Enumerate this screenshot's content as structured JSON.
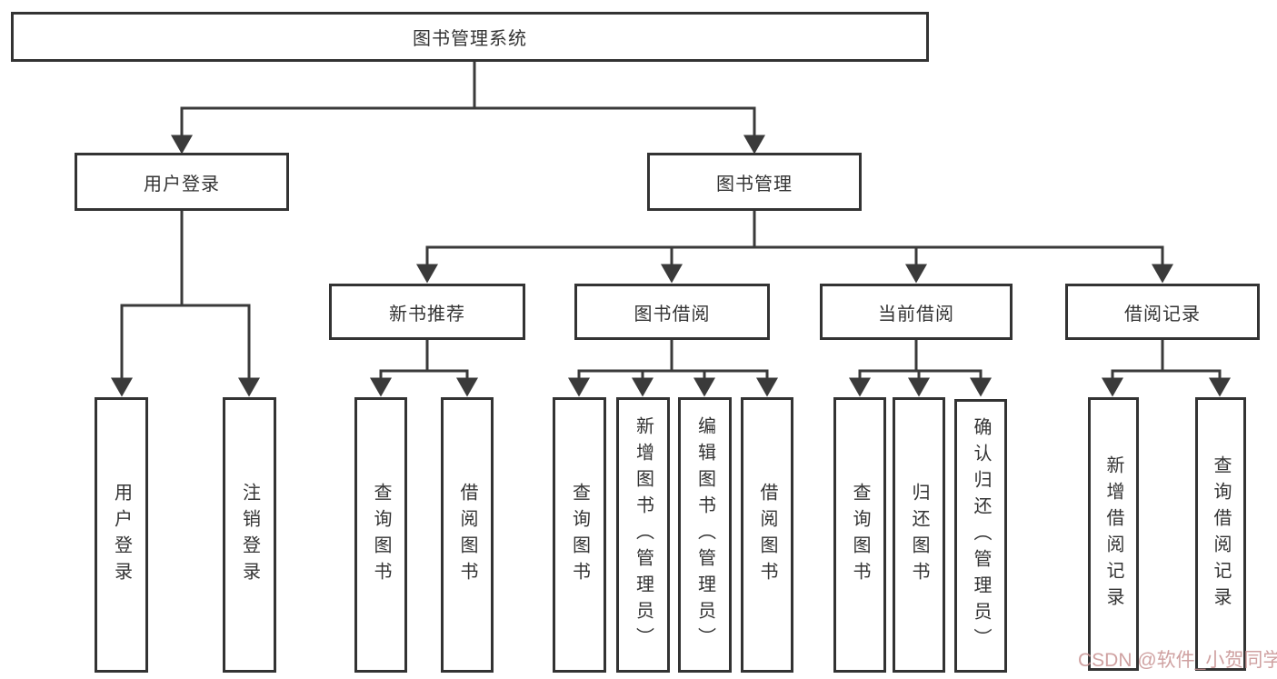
{
  "diagram": {
    "root": {
      "label": "图书管理系统"
    },
    "branches": [
      {
        "label": "用户登录",
        "children": [
          {
            "label": "用户登录"
          },
          {
            "label": "注销登录"
          }
        ]
      },
      {
        "label": "图书管理",
        "groups": [
          {
            "label": "新书推荐",
            "children": [
              {
                "label": "查询图书"
              },
              {
                "label": "借阅图书"
              }
            ]
          },
          {
            "label": "图书借阅",
            "children": [
              {
                "label": "查询图书"
              },
              {
                "label": "新增图书（管理员）"
              },
              {
                "label": "编辑图书（管理员）"
              },
              {
                "label": "借阅图书"
              }
            ]
          },
          {
            "label": "当前借阅",
            "children": [
              {
                "label": "查询图书"
              },
              {
                "label": "归还图书"
              },
              {
                "label": "确认归还（管理员）"
              }
            ]
          },
          {
            "label": "借阅记录",
            "children": [
              {
                "label": "新增借阅记录"
              },
              {
                "label": "查询借阅记录"
              }
            ]
          }
        ]
      }
    ]
  },
  "watermark": {
    "text": "CSDN @软件_小贺同学"
  },
  "colors": {
    "line": "#3a3a3a",
    "border": "#333333",
    "text": "#333333",
    "watermark": "#c79090",
    "background": "#ffffff"
  }
}
